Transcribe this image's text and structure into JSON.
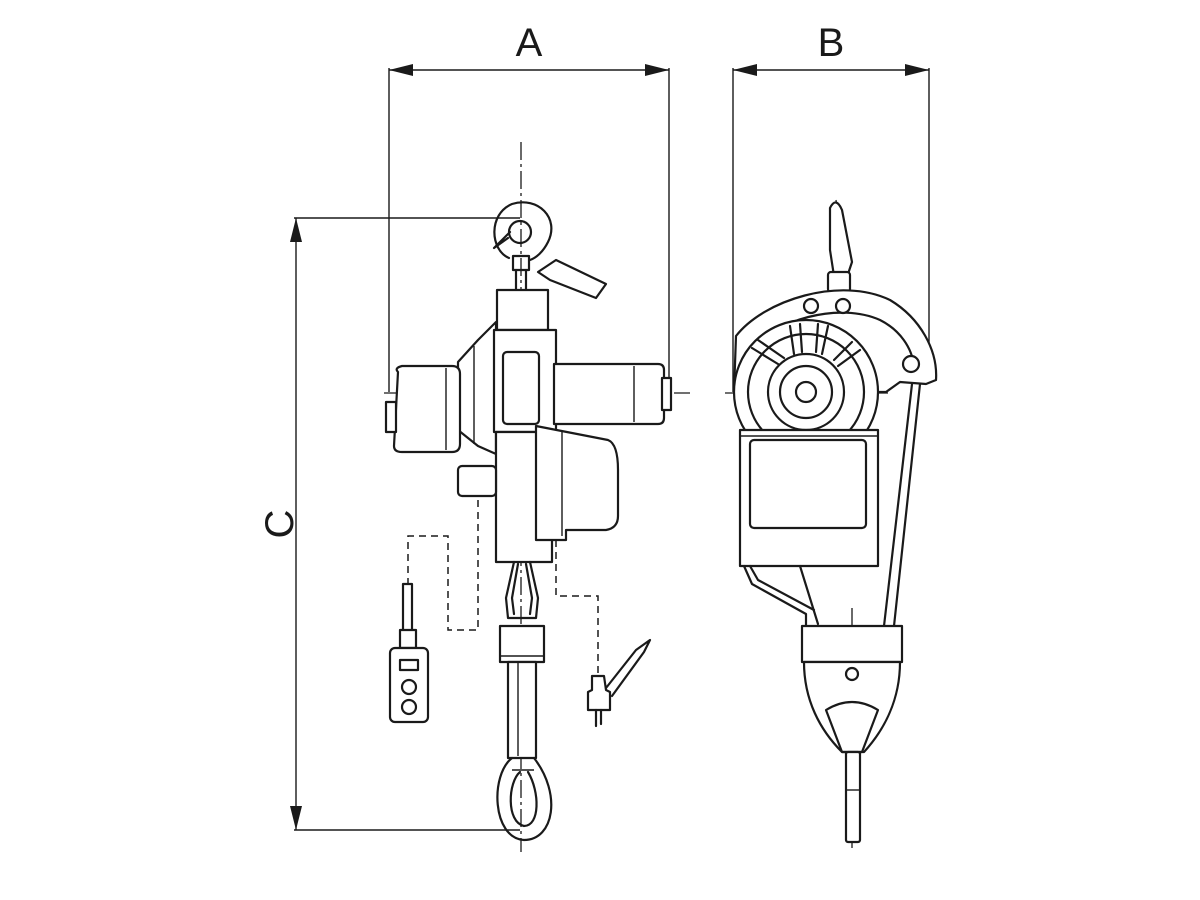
{
  "dimensions": {
    "width_label": "A",
    "depth_label": "B",
    "height_label": "C"
  },
  "colors": {
    "line": "#1a1a1a",
    "background": "#ffffff"
  }
}
